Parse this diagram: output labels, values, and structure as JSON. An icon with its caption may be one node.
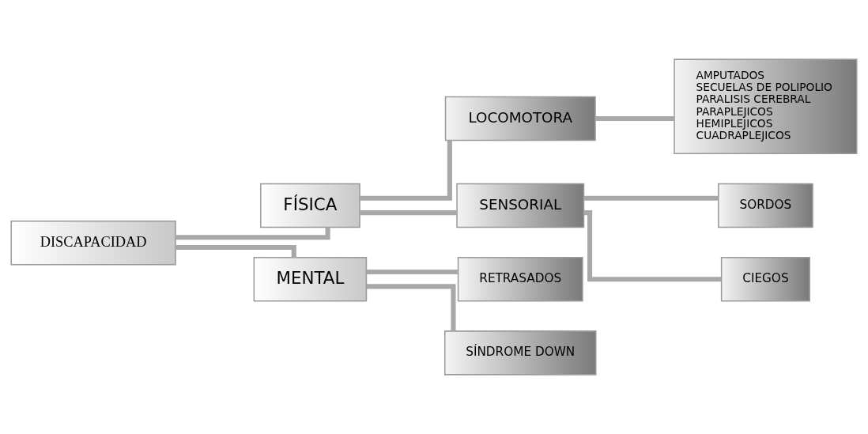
{
  "diagram": {
    "nodes": [
      {
        "text": [
          "DISCAPACIDAD"
        ]
      },
      {
        "text": [
          "FÍSICA"
        ]
      },
      {
        "text": [
          "MENTAL"
        ]
      },
      {
        "text": [
          "LOCOMOTORA"
        ]
      },
      {
        "text": [
          "SENSORIAL"
        ]
      },
      {
        "text": [
          "AMPUTADOS",
          "SECUELAS DE POLIPOLIO",
          "PARALISIS CEREBRAL",
          "PARAPLEJICOS",
          "HEMIPLEJICOS",
          "CUADRAPLEJICOS"
        ]
      },
      {
        "text": [
          "SORDOS"
        ]
      },
      {
        "text": [
          "CIEGOS"
        ]
      },
      {
        "text": [
          "RETRASADOS"
        ]
      },
      {
        "text": [
          "SÍNDROME DOWN"
        ]
      }
    ],
    "edges": [
      {
        "from": 0,
        "to": 1,
        "arrow": "none"
      },
      {
        "from": 0,
        "to": 2,
        "arrow": "none"
      },
      {
        "from": 1,
        "to": 3,
        "arrow": "none"
      },
      {
        "from": 1,
        "to": 4,
        "arrow": "none"
      },
      {
        "from": 3,
        "to": 5,
        "arrow": "none"
      },
      {
        "from": 4,
        "to": 6,
        "arrow": "none"
      },
      {
        "from": 4,
        "to": 7,
        "arrow": "none"
      },
      {
        "from": 2,
        "to": 8,
        "arrow": "none"
      },
      {
        "from": 2,
        "to": 9,
        "arrow": "none"
      }
    ]
  }
}
